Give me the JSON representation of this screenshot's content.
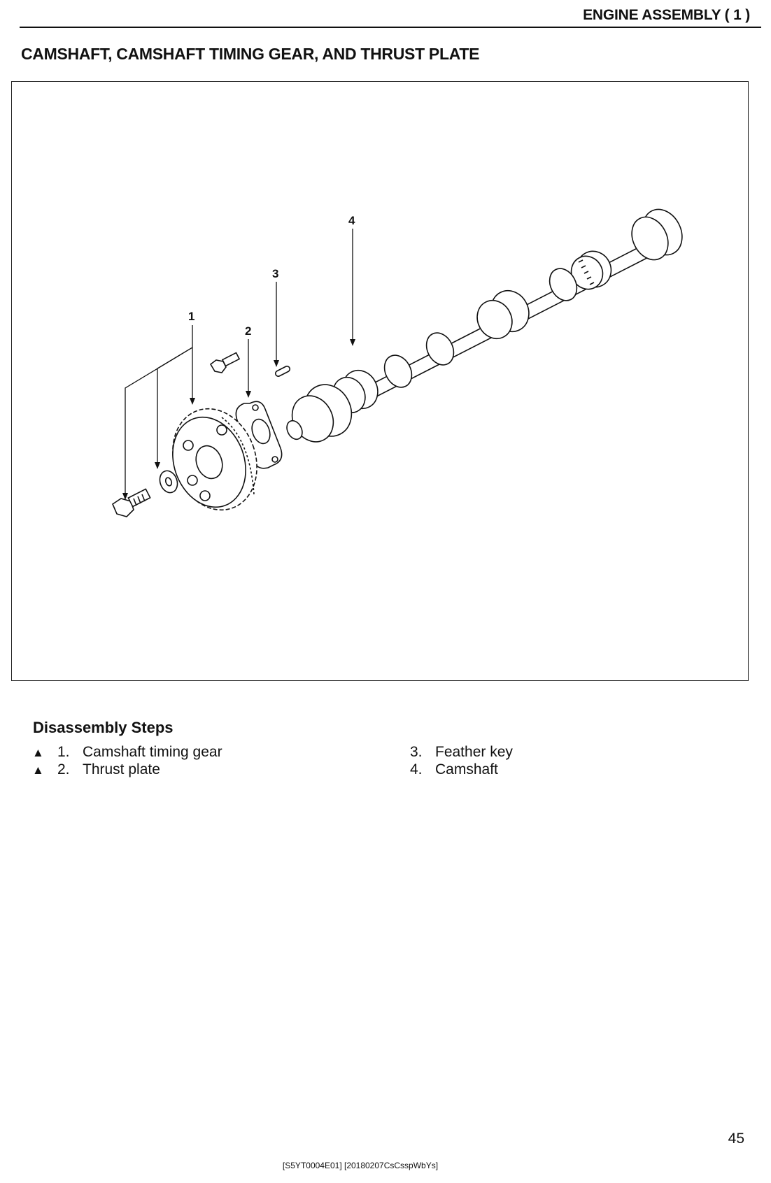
{
  "header": {
    "section": "ENGINE ASSEMBLY ( 1 )"
  },
  "page_title": "CAMSHAFT, CAMSHAFT TIMING GEAR, AND THRUST PLATE",
  "figure": {
    "callouts": [
      "1",
      "2",
      "3",
      "4"
    ]
  },
  "disassembly": {
    "heading": "Disassembly Steps",
    "marker": "▲",
    "steps": [
      {
        "num": "1.",
        "label": "Camshaft timing gear",
        "marked": true
      },
      {
        "num": "2.",
        "label": "Thrust plate",
        "marked": true
      },
      {
        "num": "3.",
        "label": "Feather key",
        "marked": false
      },
      {
        "num": "4.",
        "label": "Camshaft",
        "marked": false
      }
    ]
  },
  "page_number": "45",
  "footer_code": "[S5YT0004E01] [20180207CsCsspWbYs]"
}
